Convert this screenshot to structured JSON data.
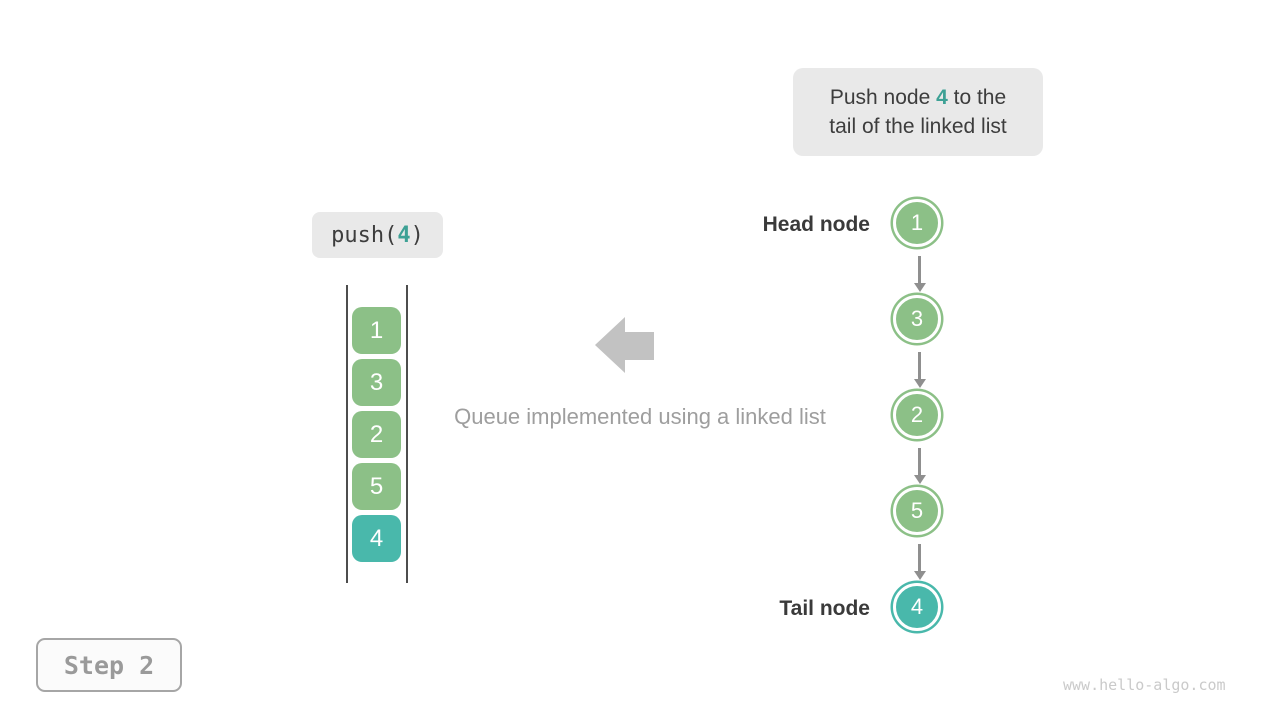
{
  "colors": {
    "green": "#8cc087",
    "teal": "#49b8ab",
    "teal_text": "#3da195",
    "label_bg": "#e9e9e9",
    "dark_text": "#3d3d3d",
    "muted_text": "#9e9e9e",
    "big_arrow": "#c2c2c2",
    "link_arrow": "#8f8f8f",
    "step_border": "#a6a6a6",
    "step_text": "#9a9a9a",
    "watermark": "#cacaca",
    "stack_wall": "#4d4d4d"
  },
  "callout": {
    "line1_pre": "Push node ",
    "value": "4",
    "line1_post": " to the",
    "line2": "tail of the linked list"
  },
  "push_label": {
    "pre": "push(",
    "value": "4",
    "post": ")"
  },
  "stack": {
    "values": [
      "1",
      "3",
      "2",
      "5",
      "4"
    ],
    "highlight_index": 4
  },
  "caption": "Queue implemented using a linked list",
  "list": {
    "head_label": "Head node",
    "tail_label": "Tail node",
    "nodes": [
      "1",
      "3",
      "2",
      "5",
      "4"
    ],
    "highlight_index": 4
  },
  "step_label": "Step 2",
  "watermark": "www.hello-algo.com"
}
